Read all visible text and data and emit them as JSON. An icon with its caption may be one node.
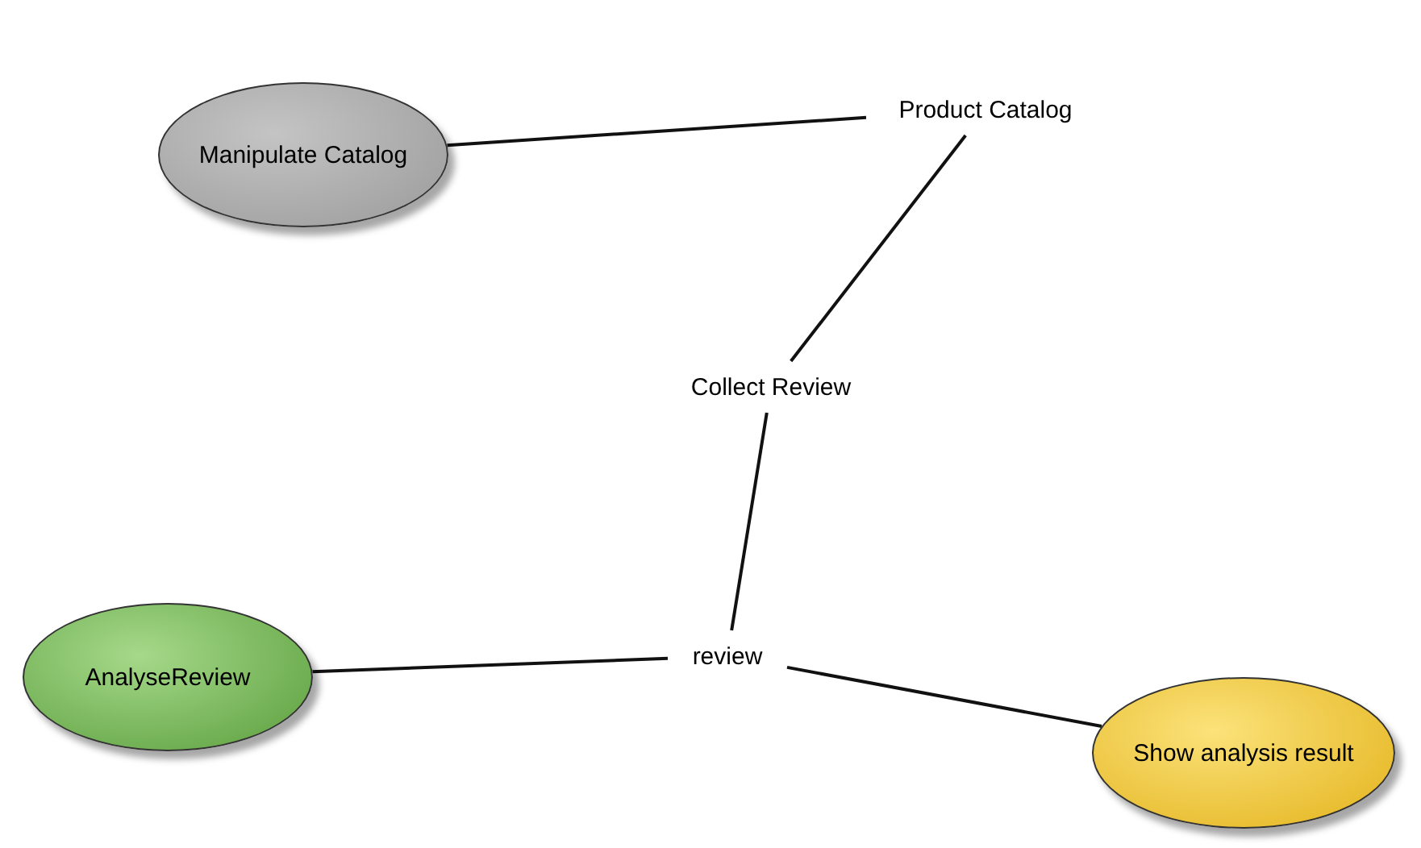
{
  "diagram": {
    "nodes": [
      {
        "text": [
          "Manipulate Catalog"
        ]
      },
      {
        "text": [
          "Product Catalog"
        ]
      },
      {
        "text": [
          "Collect Review"
        ]
      },
      {
        "text": [
          "AnalyseReview"
        ]
      },
      {
        "text": [
          "review"
        ]
      },
      {
        "text": [
          "Show analysis result"
        ]
      }
    ],
    "edges": [
      {
        "from": 0,
        "to": 1,
        "arrow": "none"
      },
      {
        "from": 1,
        "to": 2,
        "arrow": "none"
      },
      {
        "from": 2,
        "to": 4,
        "arrow": "none"
      },
      {
        "from": 3,
        "to": 4,
        "arrow": "none"
      },
      {
        "from": 4,
        "to": 5,
        "arrow": "none"
      }
    ]
  }
}
